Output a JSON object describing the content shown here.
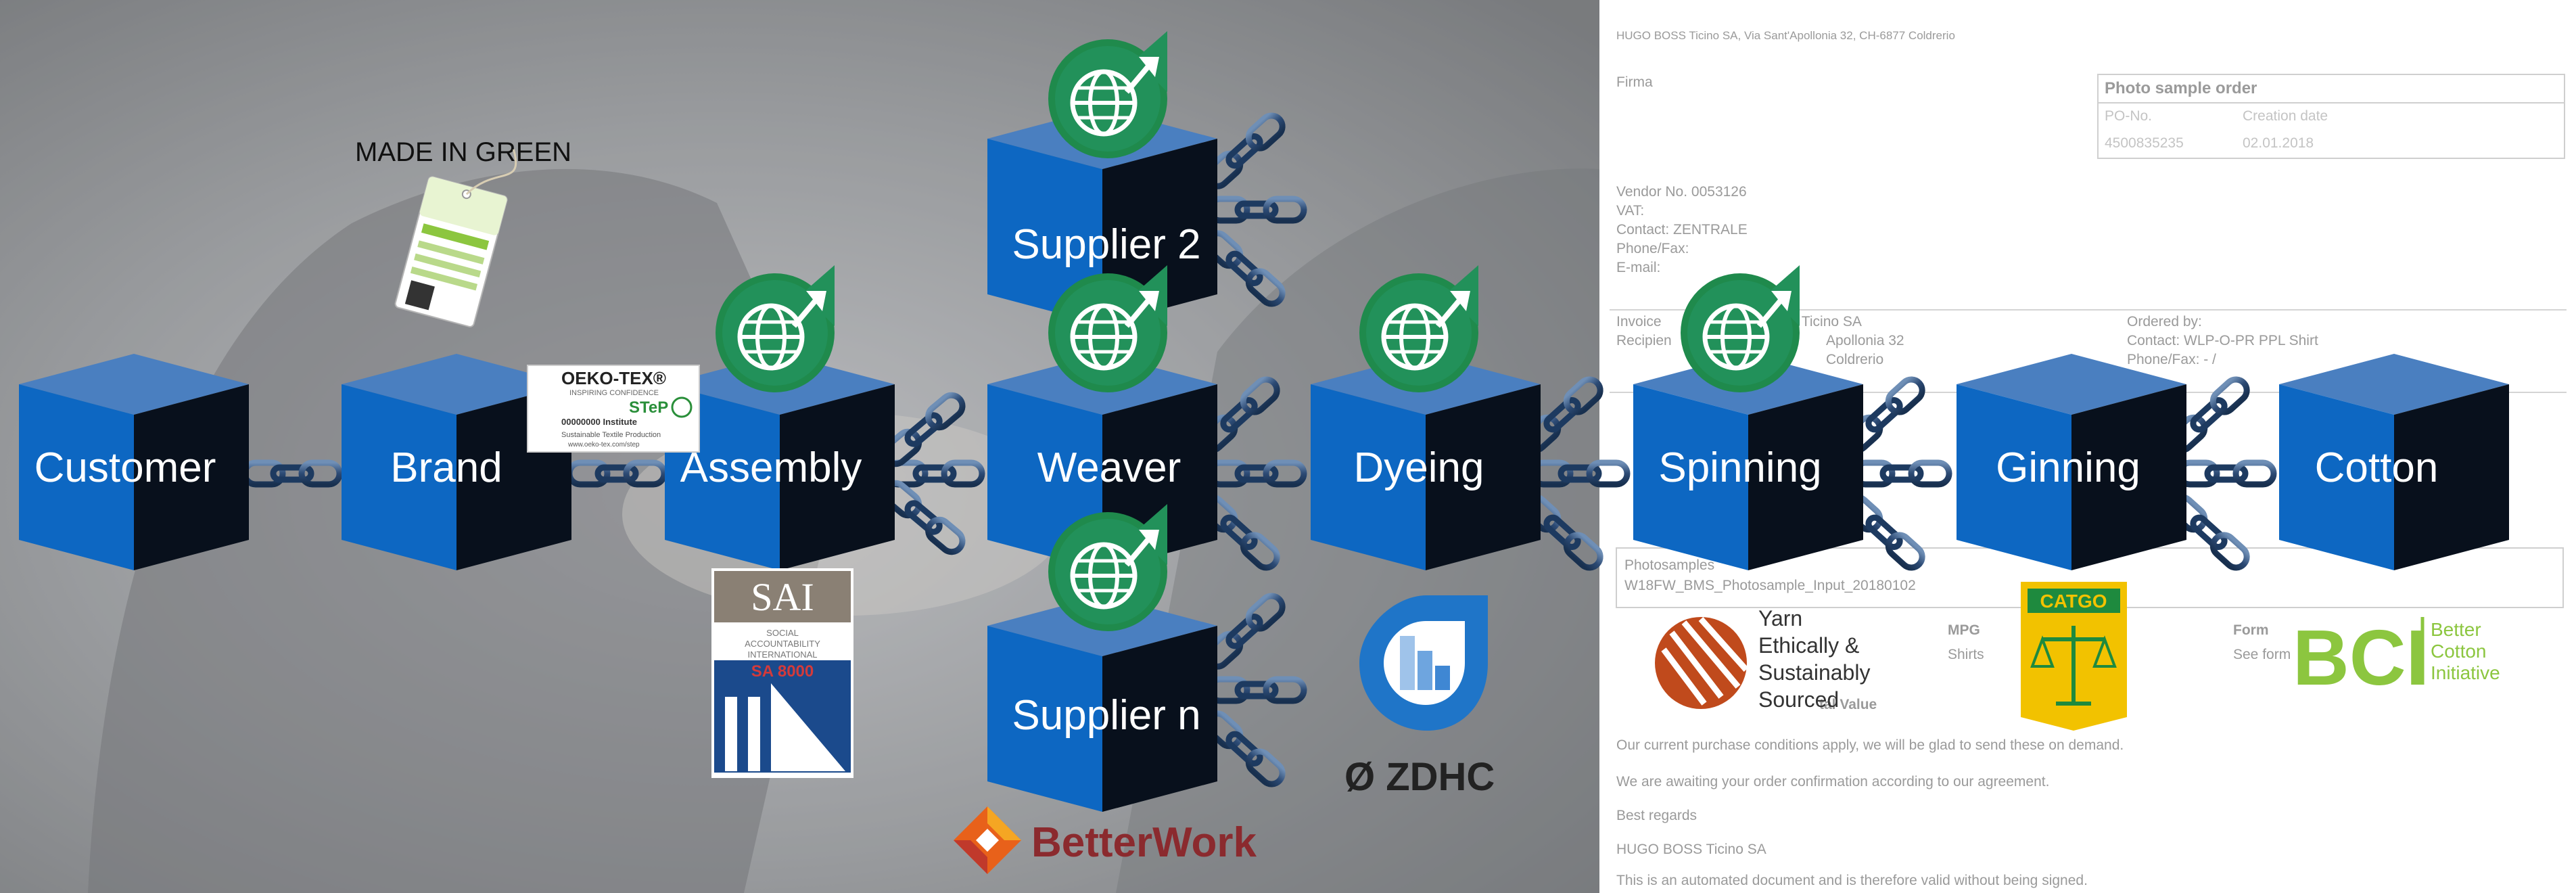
{
  "nodes": {
    "customer": "Customer",
    "brand": "Brand",
    "assembly": "Assembly",
    "weaver": "Weaver",
    "dyeing": "Dyeing",
    "spinning": "Spinning",
    "ginning": "Ginning",
    "cotton": "Cotton",
    "supplier2": "Supplier 2",
    "suppliern": "Supplier n"
  },
  "labels": {
    "made_in_green": "MADE IN GREEN",
    "oeko_tex_brand": "OEKO-TEX®",
    "oeko_tex_tagline": "INSPIRING CONFIDENCE",
    "oeko_tex_step": "STeP",
    "oeko_tex_number": "00000000 Institute",
    "oeko_tex_sub": "Sustainable Textile Production",
    "oeko_tex_url": "www.oeko-tex.com/step",
    "sai": "SAI",
    "sai_sub1": "SOCIAL",
    "sai_sub2": "ACCOUNTABILITY",
    "sai_sub3": "INTERNATIONAL",
    "sa8000": "SA 8000",
    "zdhc": "Ø ZDHC",
    "betterwork": "BetterWork",
    "yarn_1": "Yarn",
    "yarn_2": "Ethically &",
    "yarn_3": "Sustainably",
    "yarn_4": "Sourced",
    "catgo": "CATGO",
    "bci_logo": "BCI",
    "bci_1": "Better",
    "bci_2": "Cotton",
    "bci_3": "Initiative"
  },
  "document": {
    "header": "HUGO BOSS Ticino SA, Via Sant'Apollonia 32, CH-6877 Coldrerio",
    "firma": "Firma",
    "photo_order_title": "Photo sample order",
    "po_label": "PO-No.",
    "creation_label": "Creation date",
    "po_value": "4500835235",
    "creation_value": "02.01.2018",
    "vendor": "Vendor No. 0053126",
    "vat": "VAT:",
    "contact": "Contact: ZENTRALE",
    "phone": "Phone/Fax:",
    "email": "E-mail:",
    "invoice": "Invoice",
    "recipient": "Recipien",
    "boss_ticino": "BOSS Ticino SA",
    "apollonia": "Apollonia 32",
    "coldrerio": "Coldrerio",
    "ordered_by": "Ordered by:",
    "contact2": "Contact: WLP-O-PR PPL Shirt",
    "phonefax2": "Phone/Fax: - /",
    "photosamples": "Photosamples",
    "photosample_input": "W18FW_BMS_Photosample_Input_20180102",
    "mpg": "MPG",
    "shirts": "Shirts",
    "form": "Form",
    "see_form": "See form",
    "total_value": "tal Value",
    "conditions": "Our current purchase conditions apply, we will be glad to send these on demand.",
    "awaiting": "We are awaiting your order confirmation according to our agreement.",
    "regards": "Best regards",
    "hugo_boss_sa": "HUGO BOSS Ticino SA",
    "automated": "This is an automated document and is therefore valid without being signed."
  }
}
